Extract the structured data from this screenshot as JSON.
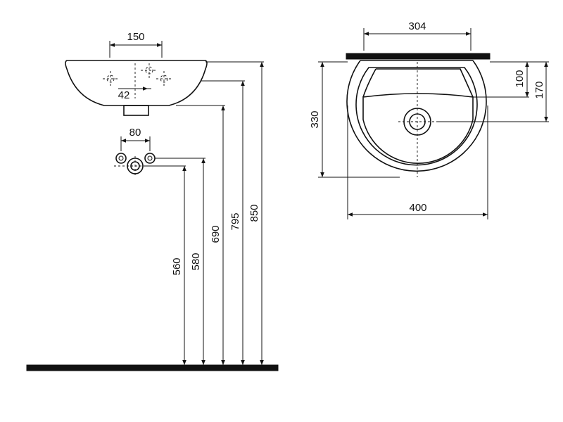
{
  "side_view": {
    "dims": {
      "tap_spacing": "150",
      "offset": "42",
      "supply_spacing": "80",
      "h560": "560",
      "h580": "580",
      "h690": "690",
      "h795": "795",
      "h850": "850"
    }
  },
  "top_view": {
    "dims": {
      "wall_width": "304",
      "depth": "330",
      "width": "400",
      "d100": "100",
      "d170": "170"
    }
  }
}
